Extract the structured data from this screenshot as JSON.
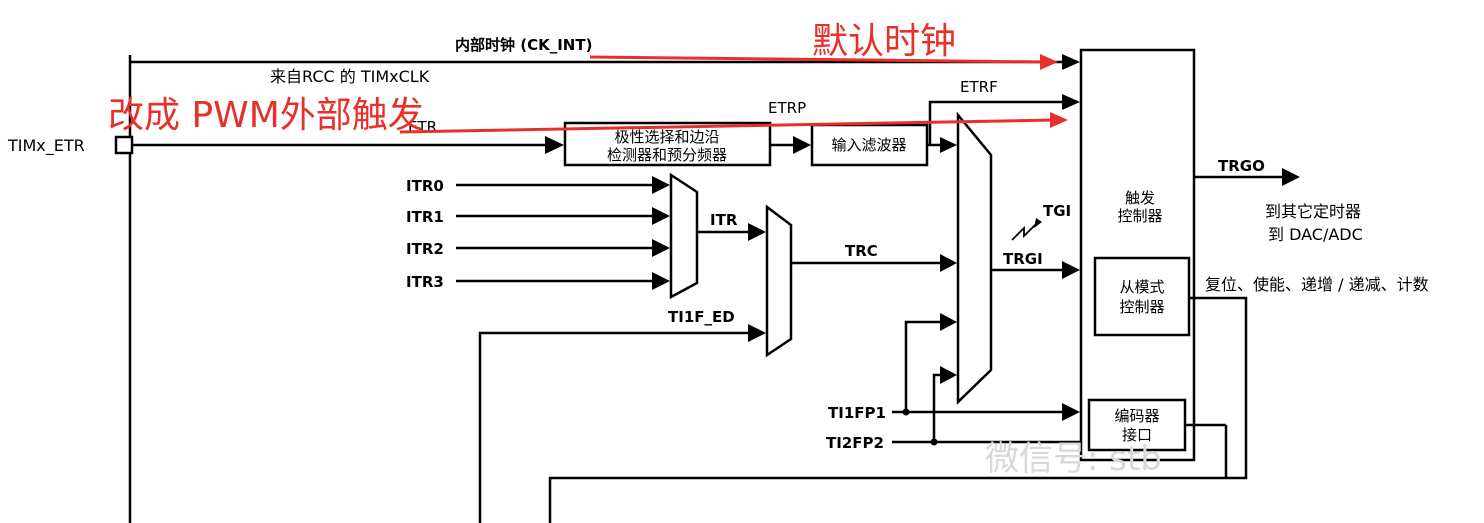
{
  "labels": {
    "ck_int": "内部时钟 (CK_INT)",
    "from_rcc": "来自RCC 的 TIMxCLK",
    "tim_etr": "TIMx_ETR",
    "etr": "ETR",
    "etrp": "ETRP",
    "etrf": "ETRF",
    "itr0": "ITR0",
    "itr1": "ITR1",
    "itr2": "ITR2",
    "itr3": "ITR3",
    "itr": "ITR",
    "trc": "TRC",
    "tgi": "TGI",
    "trgi": "TRGI",
    "ti1f_ed": "TI1F_ED",
    "ti1fp1": "TI1FP1",
    "ti2fp2": "TI2FP2",
    "trgo": "TRGO",
    "to_other_timers": "到其它定时器",
    "to_dac_adc": "到 DAC/ADC",
    "slave_functions": "复位、使能、递增 / 递减、计数"
  },
  "blocks": {
    "polarity_line1": "极性选择和边沿",
    "polarity_line2": "检测器和预分频器",
    "input_filter": "输入滤波器",
    "trigger_ctrl_line1": "触发",
    "trigger_ctrl_line2": "控制器",
    "slave_mode_line1": "从模式",
    "slave_mode_line2": "控制器",
    "encoder_line1": "编码器",
    "encoder_line2": "接口"
  },
  "annotations": {
    "default_clock": "默认时钟",
    "change_to_pwm": "改成 PWM外部触发",
    "color": "#e8302a"
  },
  "watermark": "微信号: stb"
}
